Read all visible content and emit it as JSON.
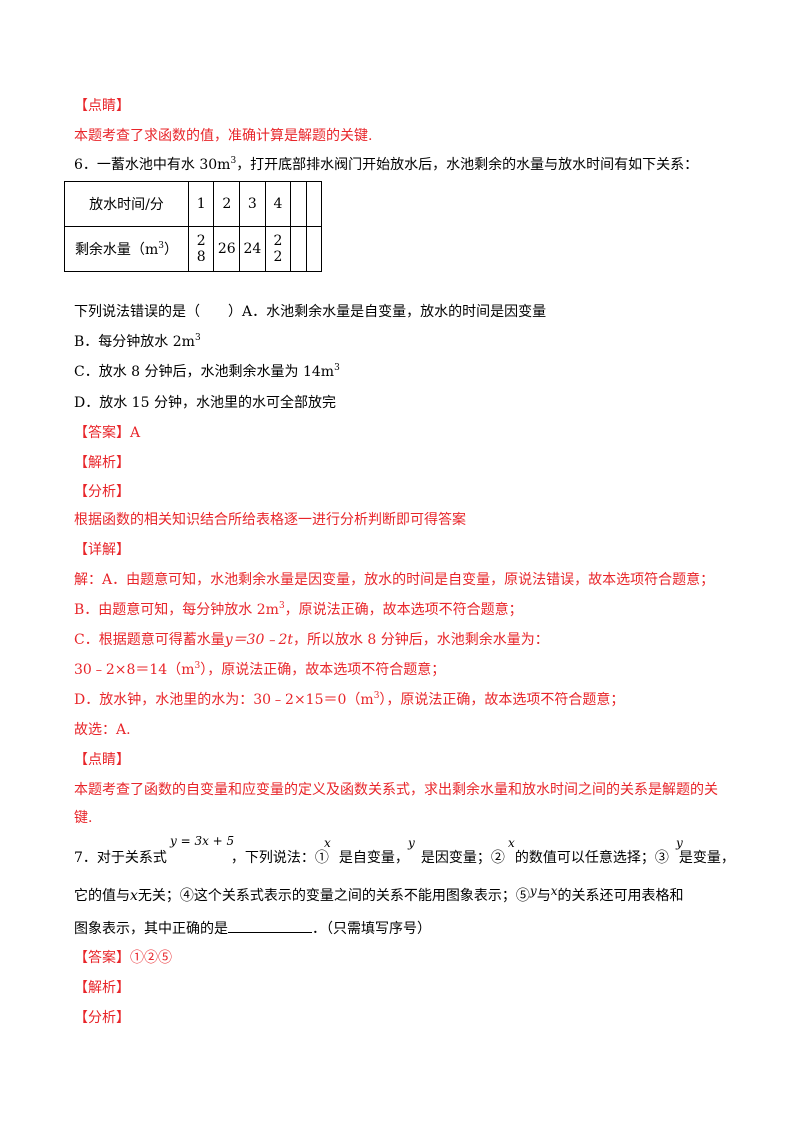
{
  "sec1": {
    "dianjing": "【点睛】",
    "summary": "本题考查了求函数的值，准确计算是解题的关键."
  },
  "q6": {
    "stem_a": "6．一蓄水池中有水 30",
    "unit": "m",
    "stem_b": "，打开底部排水阀门开始放水后，水池剩余的水量与放水时间有如下关系：",
    "table": {
      "header_label": "放水时间/分",
      "times": [
        "1",
        "2",
        "3",
        "4",
        "",
        ""
      ],
      "row_label_pre": "剩余水量（",
      "row_label_post": "）",
      "values_stacked": [
        [
          "2",
          "8"
        ],
        [
          "26"
        ],
        [
          "24"
        ],
        [
          "2",
          "2"
        ],
        [
          ""
        ],
        [
          ""
        ]
      ]
    },
    "prompt": "下列说法错误的是（　　）A．水池剩余水量是自变量，放水的时间是因变量",
    "opt_b_pre": "B．每分钟放水 2",
    "opt_c_pre": "C．放水 8 分钟后，水池剩余水量为 14",
    "opt_d": "D．放水 15 分钟，水池里的水可全部放完",
    "answer": "【答案】A",
    "jiexi": "【解析】",
    "fenxi": "【分析】",
    "fenxi_text": "根据函数的相关知识结合所给表格逐一进行分析判断即可得答案",
    "xiangjie": "【详解】",
    "d1": "解：A．由题意可知，水池剩余水量是因变量，放水的时间是自变量，原说法错误，故本选项符合题意；",
    "d2_pre": "B．由题意可知，每分钟放水 2",
    "d2_post": "，原说法正确，故本选项不符合题意；",
    "d3_pre": "C．根据题意可得蓄水量",
    "d3_formula": "y＝30﹣2t",
    "d3_post": "，所以放水 8 分钟后，水池剩余水量为：",
    "d4_pre": "30﹣2×8＝14（",
    "d4_post": "），原说法正确，故本选项不符合题意；",
    "d5_pre": "D．放水钟，水池里的水为：30﹣2×15＝0（",
    "d5_post": "），原说法正确，故本选项不符合题意；",
    "d6": "故选：A.",
    "dianjing": "【点睛】",
    "summary1": "本题考查了函数的自变量和应变量的定义及函数关系式，求出剩余水量和放水时间之间的关系是解题的关",
    "summary2": "键."
  },
  "q7": {
    "formula": "y = 3x + 5",
    "sup_x1": "x",
    "sup_y1": "y",
    "sup_x2": "x",
    "sup_y2": "y",
    "l1_a": "7．对于关系式",
    "l1_b": "，下列说法：①",
    "l1_c": "是自变量，",
    "l1_d": "是因变量；②",
    "l1_e": "的数值可以任意选择；③",
    "l1_f": "是变量，",
    "l2_a": "它的值与",
    "l2_x": "x",
    "l2_b": "无关；④这个关系式表示的变量之间的关系不能用图象表示；⑤",
    "l2_y": "y",
    "l2_c": "与",
    "l2_x2": "x",
    "l2_d": "的关系还可用表格和",
    "l3_a": "图象表示，其中正确的是",
    "l3_b": "．（只需填写序号）",
    "answer": "【答案】①②⑤",
    "jiexi": "【解析】",
    "fenxi": "【分析】"
  }
}
